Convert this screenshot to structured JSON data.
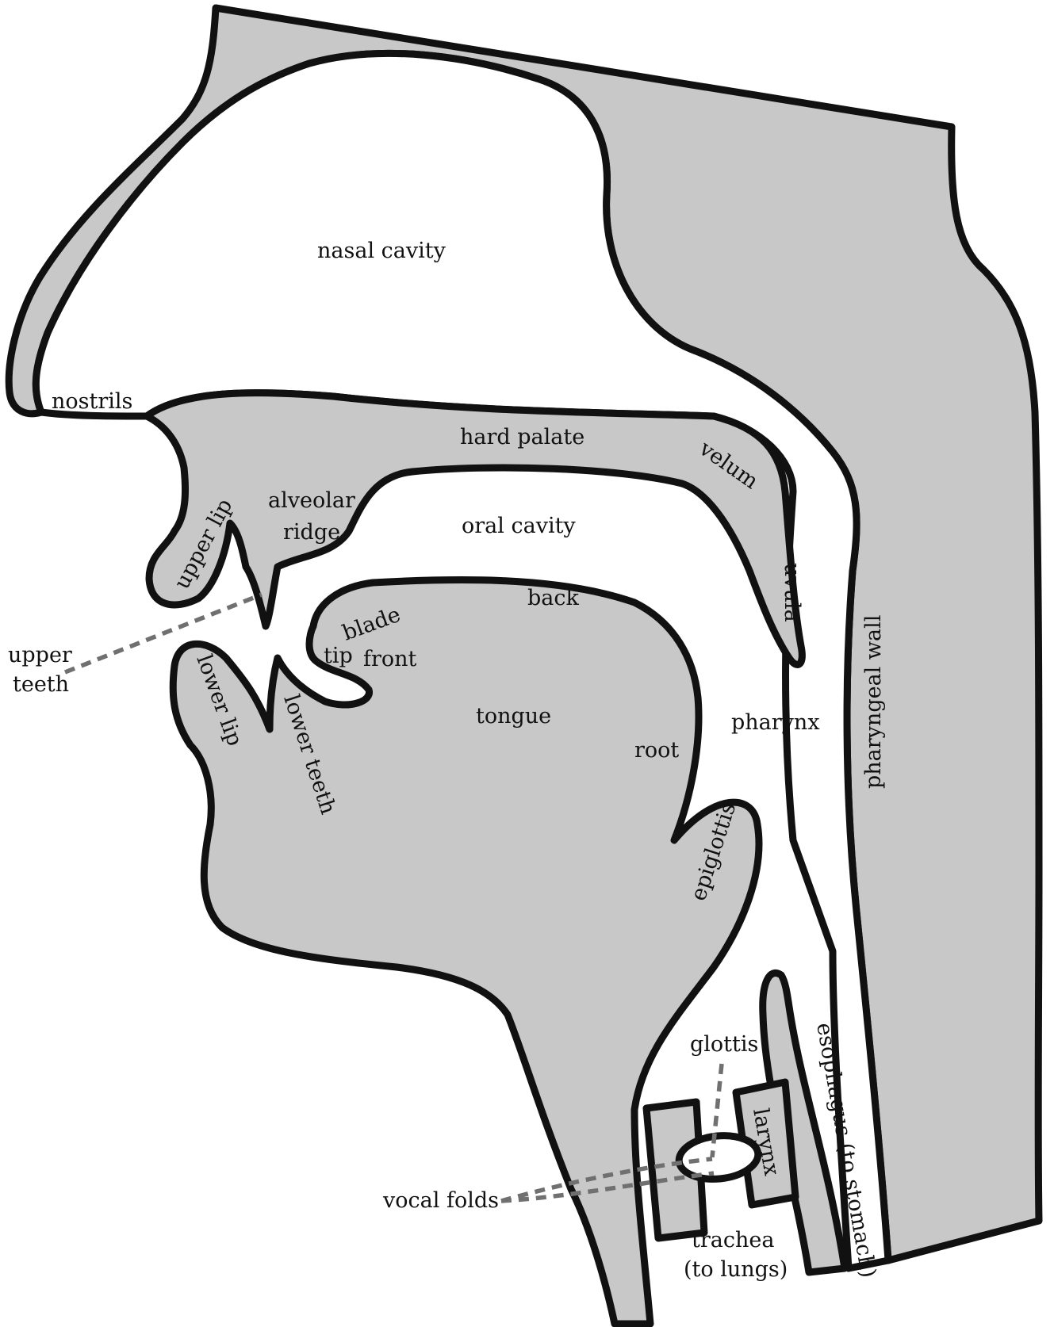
{
  "colors": {
    "tissue": "#c8c8c8",
    "outline": "#111111",
    "leader": "#707070",
    "background": "#ffffff"
  },
  "labels": {
    "nasal_cavity": "nasal cavity",
    "nostrils": "nostrils",
    "hard_palate": "hard palate",
    "velum": "velum",
    "alveolar_ridge_line1": "alveolar",
    "alveolar_ridge_line2": "ridge",
    "oral_cavity": "oral cavity",
    "upper_lip": "upper lip",
    "uvula": "uvula",
    "back": "back",
    "blade": "blade",
    "tip": "tip",
    "front": "front",
    "upper_teeth_line1": "upper",
    "upper_teeth_line2": "teeth",
    "lower_lip": "lower lip",
    "lower_teeth": "lower teeth",
    "tongue": "tongue",
    "pharynx": "pharynx",
    "root": "root",
    "pharyngeal_wall": "pharyngeal wall",
    "epiglottis": "epiglottis",
    "glottis": "glottis",
    "esophagus": "esophagus (to stomach)",
    "larynx": "larynx",
    "vocal_folds": "vocal folds",
    "trachea_line1": "trachea",
    "trachea_line2": "(to lungs)"
  }
}
